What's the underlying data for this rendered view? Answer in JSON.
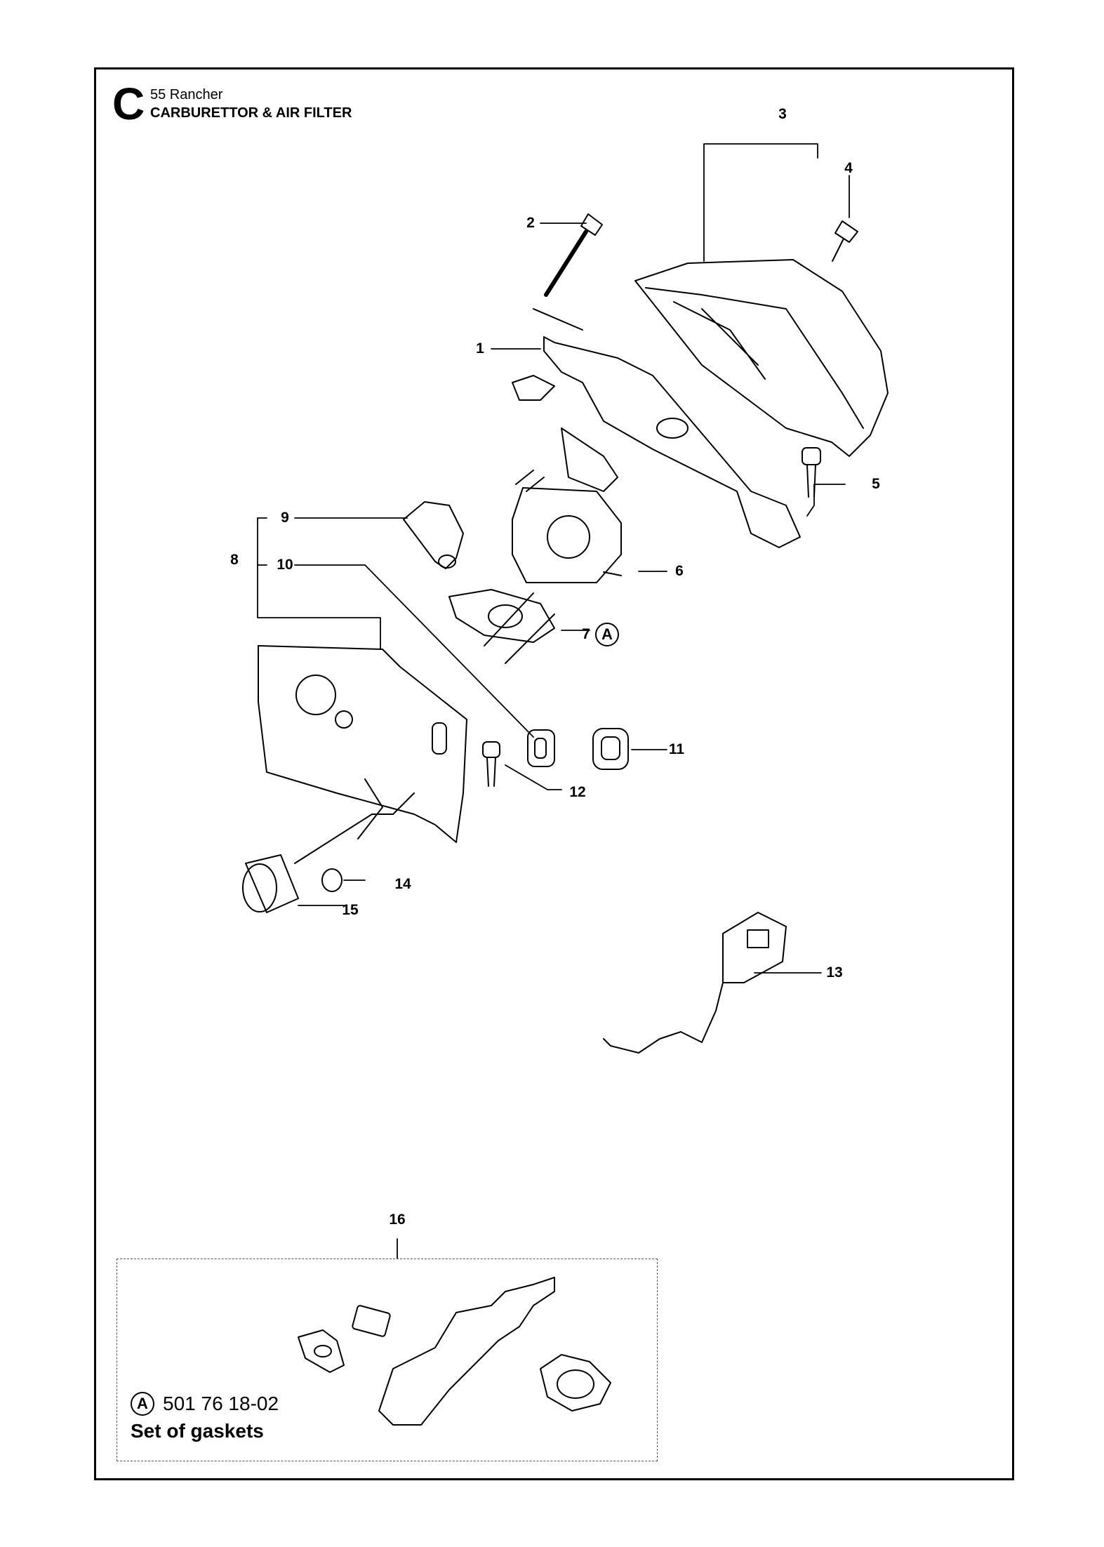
{
  "header": {
    "section_letter": "C",
    "model": "55 Rancher",
    "title": "CARBURETTOR & AIR FILTER"
  },
  "parts": [
    {
      "ref": "1",
      "name_icon": "intake-manifold-part"
    },
    {
      "ref": "2",
      "name_icon": "long-screw-part"
    },
    {
      "ref": "3",
      "name_icon": "air-filter-cover-part"
    },
    {
      "ref": "4",
      "name_icon": "cover-screw-part"
    },
    {
      "ref": "5",
      "name_icon": "socket-screw-part"
    },
    {
      "ref": "6",
      "name_icon": "carburettor-part"
    },
    {
      "ref": "7",
      "name_icon": "carburettor-gasket-part"
    },
    {
      "ref": "8",
      "name_icon": "cylinder-cover-assembly"
    },
    {
      "ref": "9",
      "name_icon": "knob-part"
    },
    {
      "ref": "10",
      "name_icon": "grommet-part"
    },
    {
      "ref": "11",
      "name_icon": "rubber-seal-part"
    },
    {
      "ref": "12",
      "name_icon": "bolt-part"
    },
    {
      "ref": "13",
      "name_icon": "throttle-link-part"
    },
    {
      "ref": "14",
      "name_icon": "bushing-part"
    },
    {
      "ref": "15",
      "name_icon": "filter-sleeve-part"
    },
    {
      "ref": "16",
      "name_icon": "gasket-set-part"
    }
  ],
  "callout": {
    "ref_letter": "A"
  },
  "kit": {
    "letter": "A",
    "part_number": "501 76 18-02",
    "name": "Set of gaskets"
  }
}
